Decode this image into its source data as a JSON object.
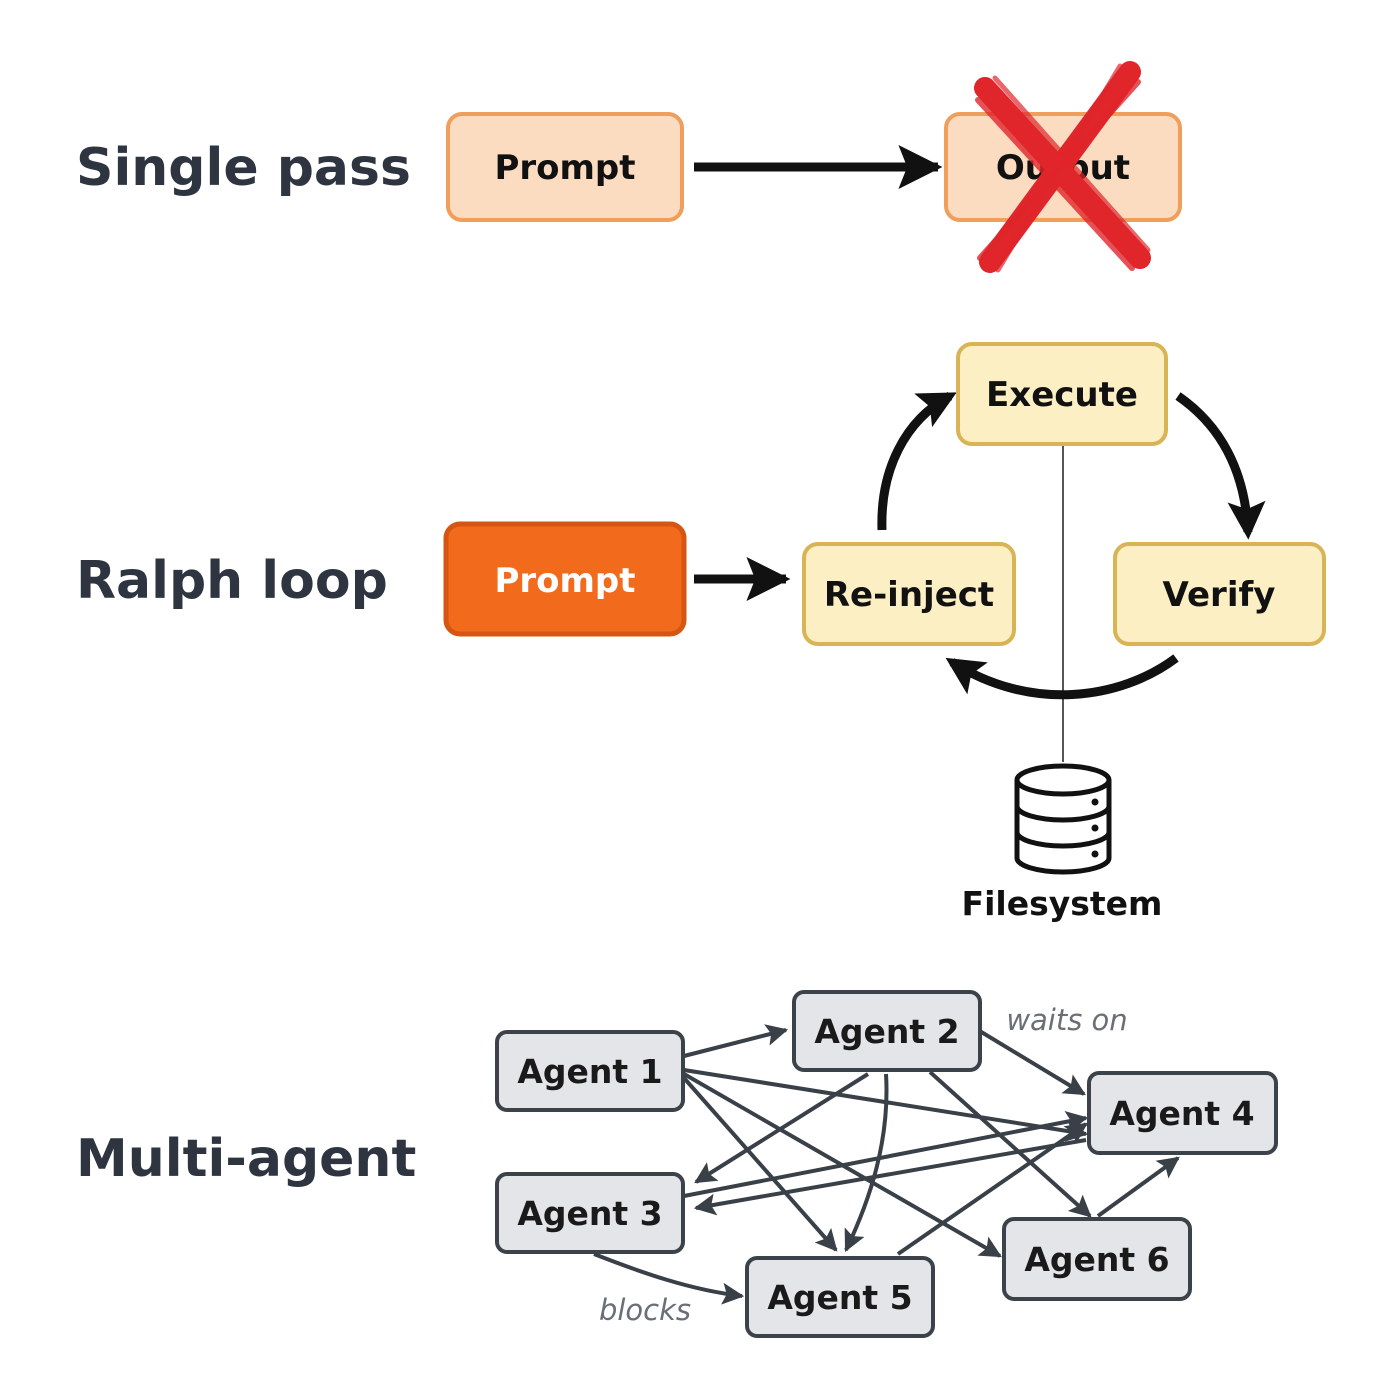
{
  "rows": {
    "single_pass": {
      "label": "Single pass",
      "prompt": "Prompt",
      "output": "Output",
      "output_crossed_out": true
    },
    "ralph_loop": {
      "label": "Ralph loop",
      "prompt": "Prompt",
      "execute": "Execute",
      "verify": "Verify",
      "reinject": "Re-inject",
      "storage": "Filesystem",
      "storage_icon": "database-icon"
    },
    "multi_agent": {
      "label": "Multi-agent",
      "agents": [
        "Agent 1",
        "Agent 2",
        "Agent 3",
        "Agent 4",
        "Agent 5",
        "Agent 6"
      ],
      "edge_label_waits": "waits on",
      "edge_label_blocks": "blocks"
    }
  },
  "colors": {
    "label_text": "#2e3540",
    "light_orange_fill": "#fbdcc0",
    "light_orange_stroke": "#ef9e5c",
    "strong_orange_fill": "#f26a1b",
    "strong_orange_stroke": "#d65512",
    "yellow_fill": "#fcefc3",
    "yellow_stroke": "#d9b456",
    "agent_fill": "#e3e5e8",
    "agent_stroke": "#3c4249",
    "cross_red": "#e0252b",
    "arrow": "#111111",
    "edge": "#3a4048"
  }
}
